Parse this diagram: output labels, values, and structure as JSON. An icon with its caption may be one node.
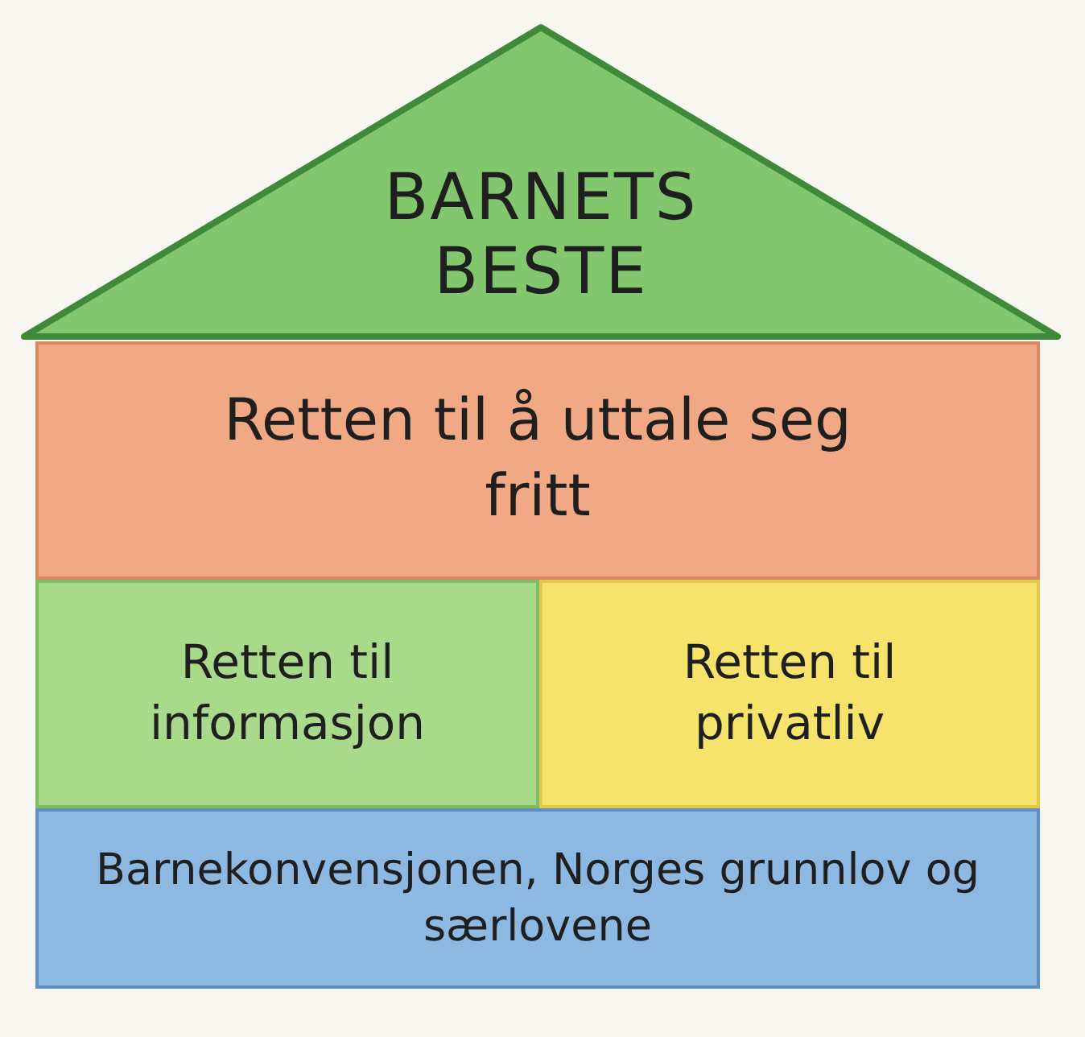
{
  "diagram": {
    "nodes": [
      {
        "text": [
          "BARNETS BESTE"
        ]
      },
      {
        "text": [
          "Retten til å uttale seg fritt"
        ]
      },
      {
        "text": [
          "Retten til informasjon"
        ]
      },
      {
        "text": [
          "Retten til privatliv"
        ]
      },
      {
        "text": [
          "Barnekonvensjonen, Norges grunnlov og særlovene"
        ]
      }
    ]
  }
}
